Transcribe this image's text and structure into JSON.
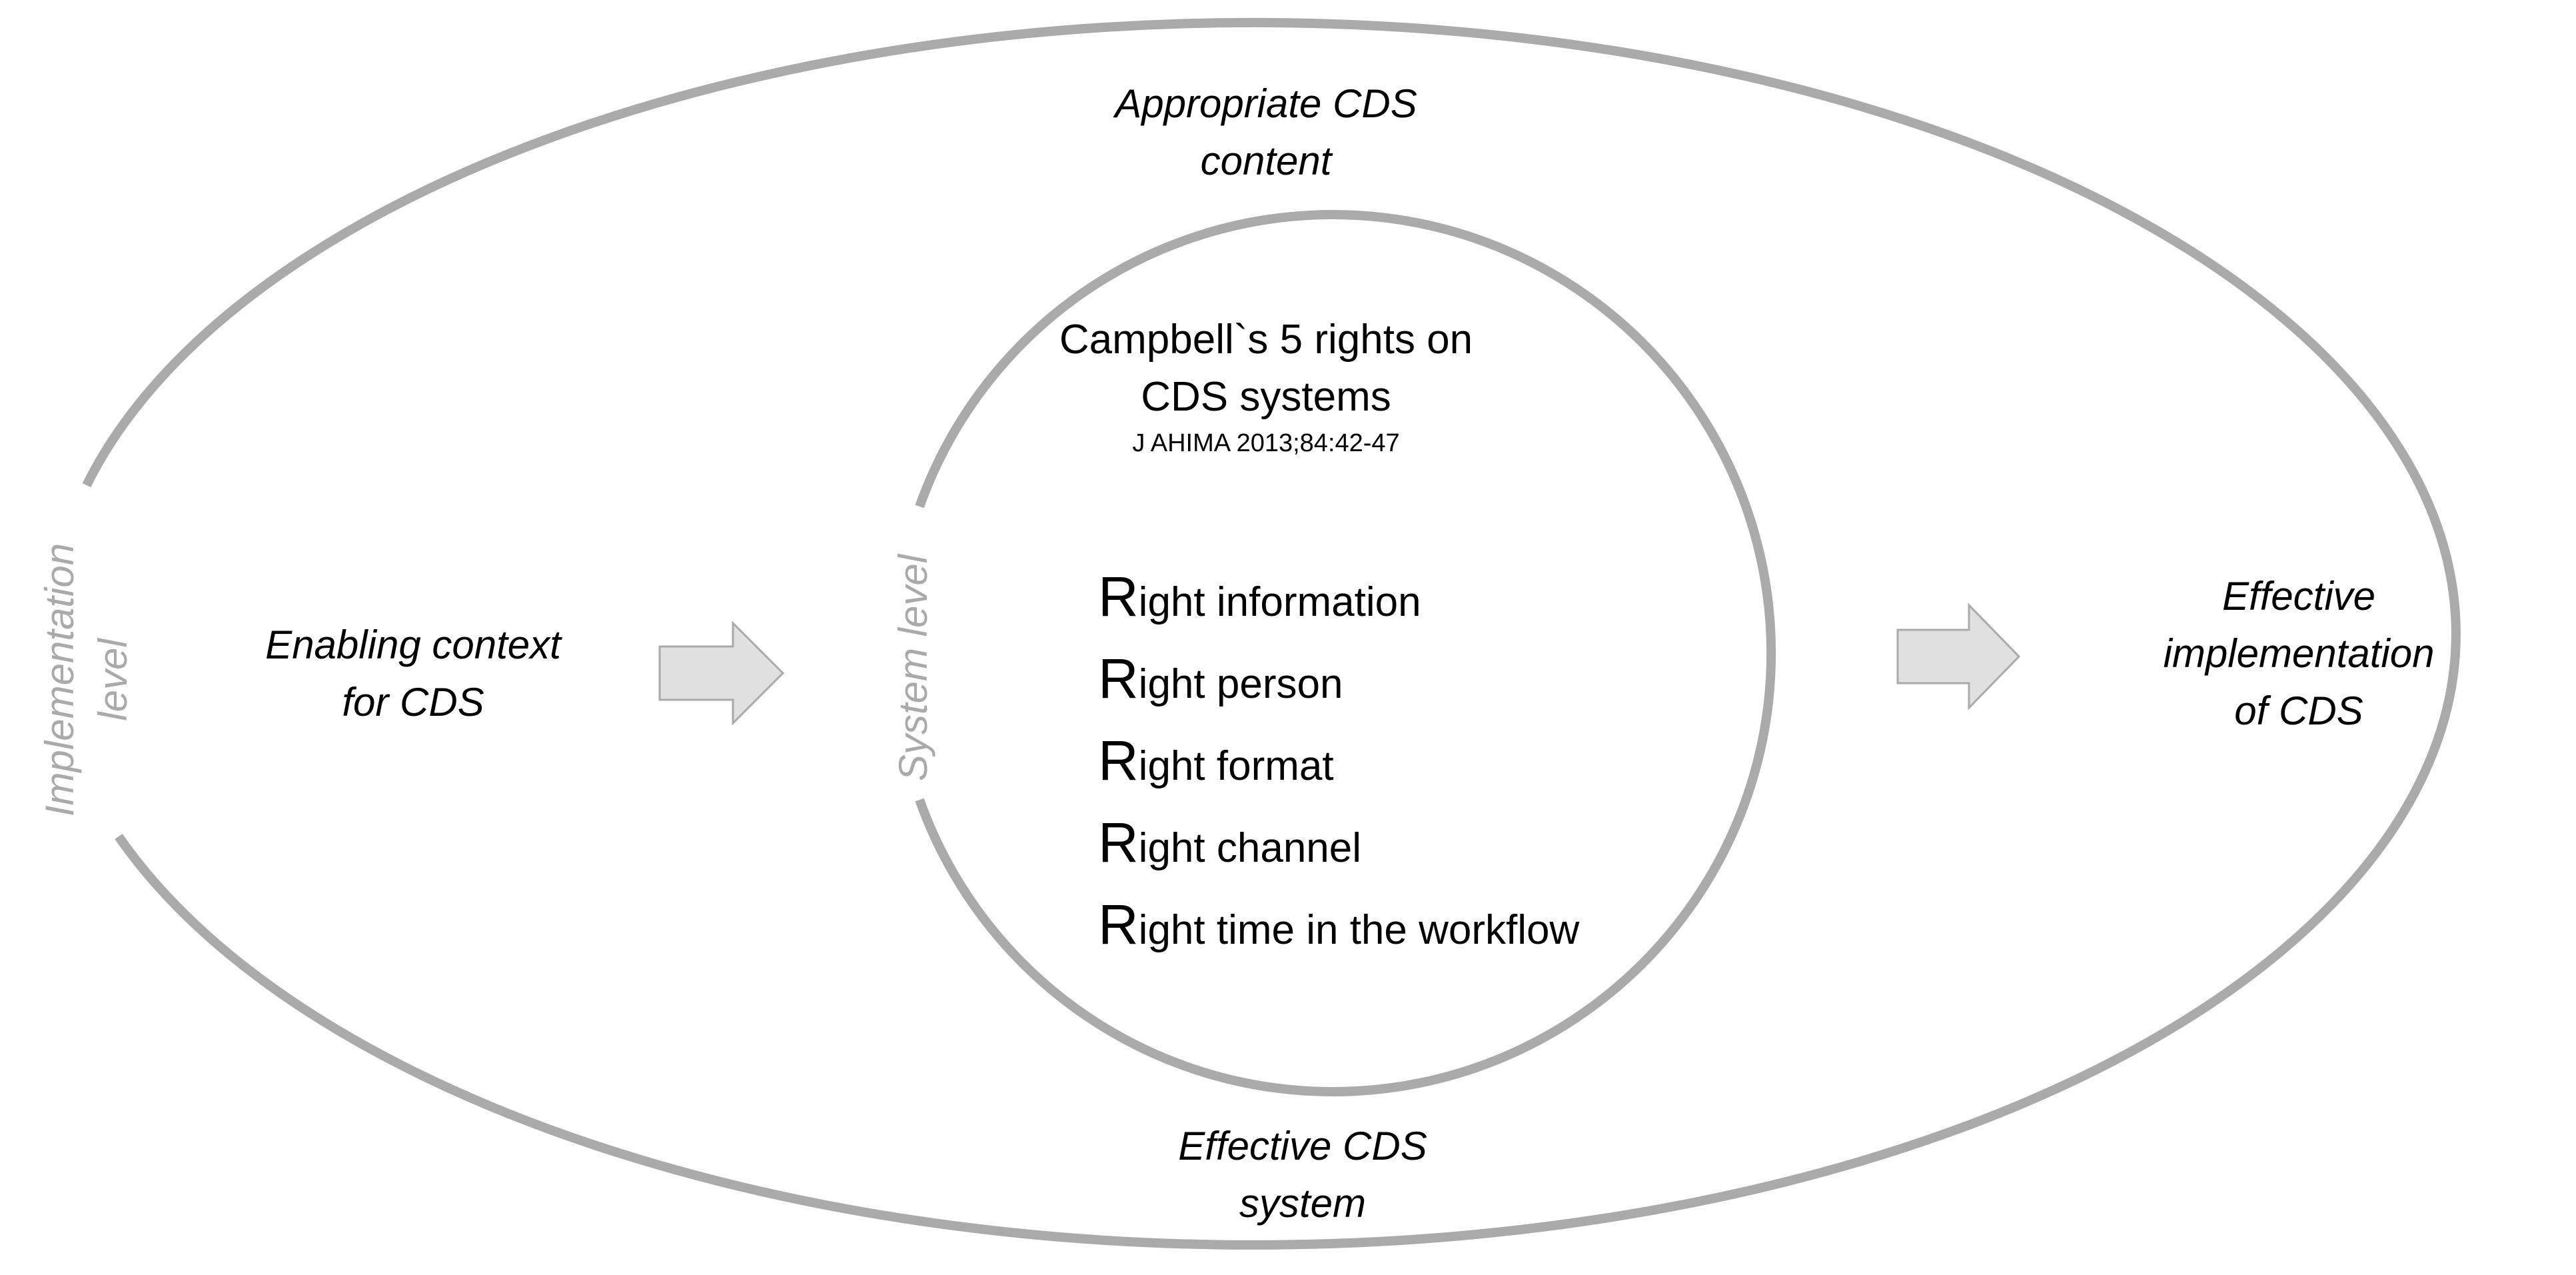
{
  "diagram": {
    "outer_ellipse": {
      "top_label": [
        "Appropriate CDS",
        "content"
      ],
      "bottom_label": [
        "Effective CDS",
        "system"
      ],
      "side_label": [
        "Implementation",
        "level"
      ]
    },
    "inner_circle": {
      "title": [
        "Campbell`s 5 rights on",
        "CDS systems"
      ],
      "citation": "J AHIMA 2013;84:42-47",
      "side_label": "System level",
      "rights": [
        {
          "initial": "R",
          "rest": "ight information"
        },
        {
          "initial": "R",
          "rest": "ight person"
        },
        {
          "initial": "R",
          "rest": "ight format"
        },
        {
          "initial": "R",
          "rest": "ight channel"
        },
        {
          "initial": "R",
          "rest": "ight time in the workflow"
        }
      ]
    },
    "left_label": [
      "Enabling context",
      "for CDS"
    ],
    "right_label": [
      "Effective",
      "implementation",
      "of CDS"
    ]
  },
  "colors": {
    "outline": "#aaaaaa",
    "arrow_fill": "#e0e0e0",
    "arrow_stroke": "#aaaaaa",
    "side_text": "#aaaaaa",
    "text": "#000000"
  }
}
